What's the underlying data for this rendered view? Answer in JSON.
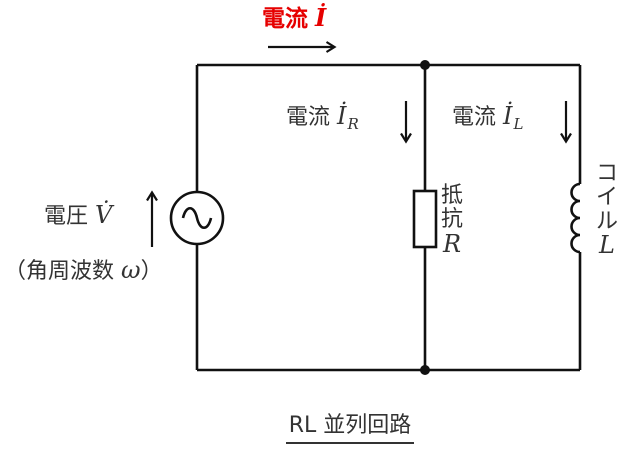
{
  "labels": {
    "current_main": {
      "prefix": "電流",
      "symbol": "İ"
    },
    "current_r": {
      "prefix": "電流",
      "symbol": "İ",
      "subscript": "R"
    },
    "current_l": {
      "prefix": "電流",
      "symbol": "İ",
      "subscript": "L"
    },
    "voltage": {
      "prefix": "電圧",
      "symbol": "V̇"
    },
    "angular_frequency": {
      "open": "（角周波数 ",
      "symbol": "ω",
      "close": "）"
    },
    "resistor": {
      "name_chars": [
        "抵",
        "抗"
      ],
      "symbol": "R"
    },
    "inductor": {
      "name_chars": [
        "コ",
        "イ",
        "ル"
      ],
      "symbol": "L"
    },
    "caption": "RL 並列回路"
  },
  "icons": {
    "ac_source": "sine-wave-icon",
    "arrows": [
      "right-arrow",
      "down-arrow",
      "down-arrow",
      "up-arrow"
    ]
  },
  "colors": {
    "main_current_label": "#e60000",
    "wire": "#111111",
    "text": "#333333"
  }
}
